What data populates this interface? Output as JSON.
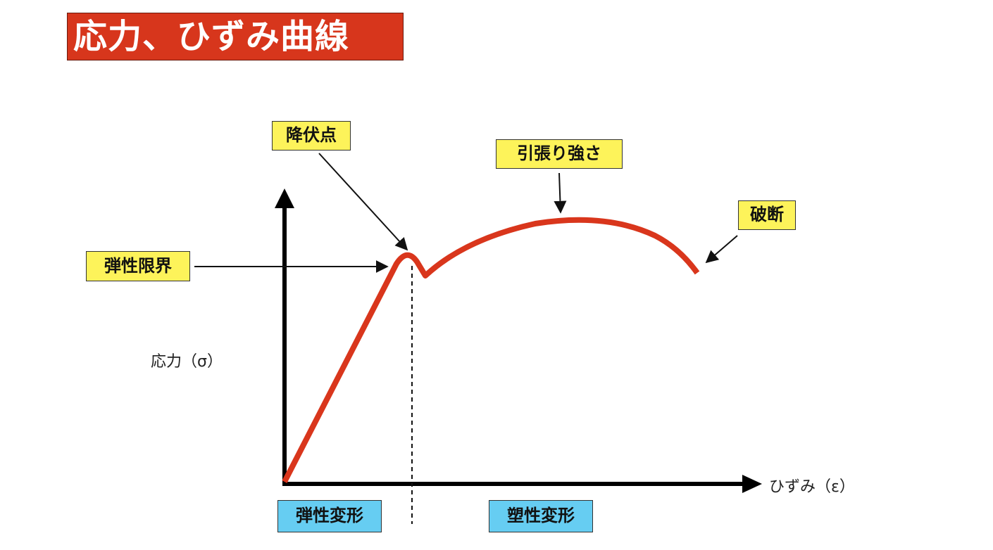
{
  "title": "応力、ひずみ曲線",
  "labels": {
    "yield_point": "降伏点",
    "tensile_strength": "引張り強さ",
    "fracture": "破断",
    "elastic_limit": "弾性限界",
    "elastic_deformation": "弾性変形",
    "plastic_deformation": "塑性変形"
  },
  "axes": {
    "y_label": "応力（σ）",
    "x_label": "ひずみ（ε）"
  },
  "colors": {
    "title_background": "#d7361c",
    "curve": "#d9361c",
    "annotation_yellow": "#fdf35a",
    "region_blue": "#66cdf2"
  }
}
